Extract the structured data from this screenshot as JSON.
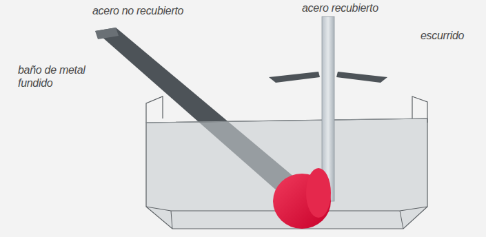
{
  "diagram": {
    "labels": [
      "acero no recubierto",
      "acero recubierto",
      "escurrido",
      "baño de metal fundido"
    ]
  }
}
